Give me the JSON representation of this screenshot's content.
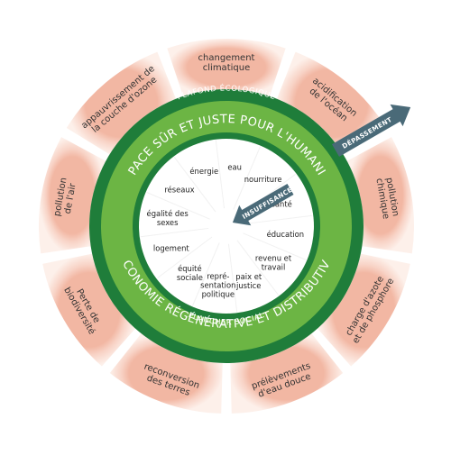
{
  "colors": {
    "outer_ring": "#fbe3da",
    "outer_ring_inner": "#f2b7a3",
    "dark_green": "#1f7d3a",
    "light_green": "#6cb544",
    "inner_circle": "#ffffff",
    "overshoot_arrow": "#4a6a78",
    "shortfall_arrow": "#4a6a78"
  },
  "labels": {
    "plafond": "PLAFOND ÉCOLOGIQUE",
    "plancher": "PLANCHER SOCIAL",
    "espace": "ESPACE SÛR ET JUSTE POUR L'HUMANITÉ",
    "economie": "ÉCONOMIE RÉGÉNÉRATIVE ET DISTRIBUTIVE",
    "depassement": "DÉPASSEMENT",
    "insuffisance": "INSUFFISANCE"
  },
  "ecological_ceiling": [
    {
      "lines": [
        "changement",
        "climatique"
      ]
    },
    {
      "lines": [
        "acidification",
        "de l'océan"
      ]
    },
    {
      "lines": [
        "pollution",
        "chimique"
      ]
    },
    {
      "lines": [
        "charge d'azote",
        "et de phosphore"
      ]
    },
    {
      "lines": [
        "prélèvements",
        "d'eau douce"
      ]
    },
    {
      "lines": [
        "reconversion",
        "des terres"
      ]
    },
    {
      "lines": [
        "Perte de",
        "biodiversité"
      ]
    },
    {
      "lines": [
        "pollution",
        "de l'air"
      ]
    },
    {
      "lines": [
        "appauvrissement de",
        "la couche d'ozone"
      ]
    }
  ],
  "social_foundation": [
    {
      "lines": [
        "eau"
      ]
    },
    {
      "lines": [
        "nourriture"
      ]
    },
    {
      "lines": [
        "santé"
      ]
    },
    {
      "lines": [
        "éducation"
      ]
    },
    {
      "lines": [
        "revenu et",
        "travail"
      ]
    },
    {
      "lines": [
        "paix et",
        "justice"
      ]
    },
    {
      "lines": [
        "repré-",
        "sentation",
        "politique"
      ]
    },
    {
      "lines": [
        "équité",
        "sociale"
      ]
    },
    {
      "lines": [
        "logement"
      ]
    },
    {
      "lines": [
        "égalité des",
        "sexes"
      ]
    },
    {
      "lines": [
        "réseaux"
      ]
    },
    {
      "lines": [
        "énergie"
      ]
    }
  ]
}
